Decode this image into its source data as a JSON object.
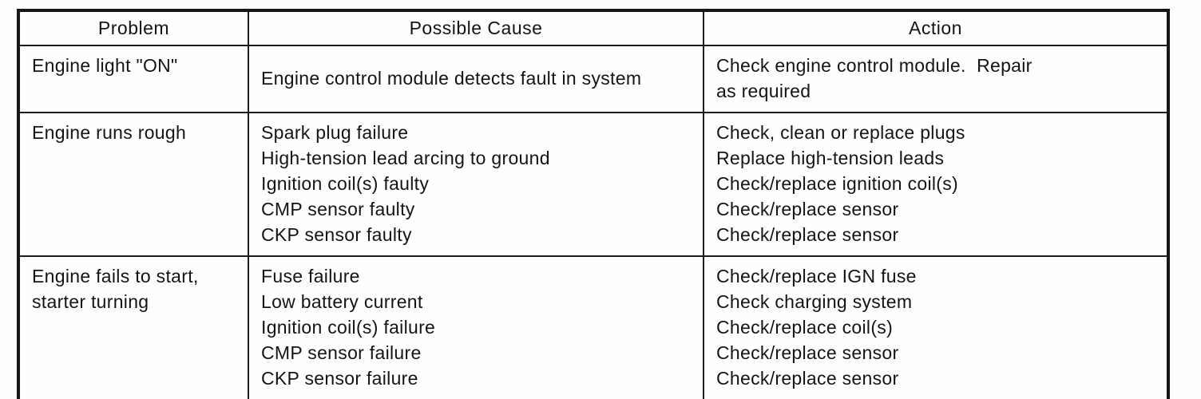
{
  "table": {
    "columns": [
      {
        "key": "problem",
        "label": "Problem"
      },
      {
        "key": "causes",
        "label": "Possible Cause"
      },
      {
        "key": "actions",
        "label": "Action"
      }
    ],
    "rows": [
      {
        "problem": [
          "Engine light \"ON\""
        ],
        "causes": [
          "Engine control module detects fault in system"
        ],
        "actions": [
          "Check engine control module.  Repair",
          "as required"
        ]
      },
      {
        "problem": [
          "Engine runs rough"
        ],
        "causes": [
          "Spark plug failure",
          "High-tension lead arcing to ground",
          "Ignition coil(s) faulty",
          "CMP sensor faulty",
          "CKP sensor faulty"
        ],
        "actions": [
          "Check, clean or replace plugs",
          "Replace high-tension leads",
          "Check/replace ignition coil(s)",
          "Check/replace sensor",
          "Check/replace sensor"
        ]
      },
      {
        "problem": [
          "Engine fails to start,",
          "starter turning"
        ],
        "causes": [
          "Fuse failure",
          "Low battery current",
          "Ignition coil(s) failure",
          "CMP sensor failure",
          "CKP sensor failure"
        ],
        "actions": [
          "Check/replace IGN fuse",
          "Check charging system",
          "Check/replace coil(s)",
          "Check/replace sensor",
          "Check/replace sensor"
        ]
      }
    ]
  },
  "colors": {
    "border": "#1b1b1b",
    "text": "#141414",
    "background": "#ffffff"
  }
}
